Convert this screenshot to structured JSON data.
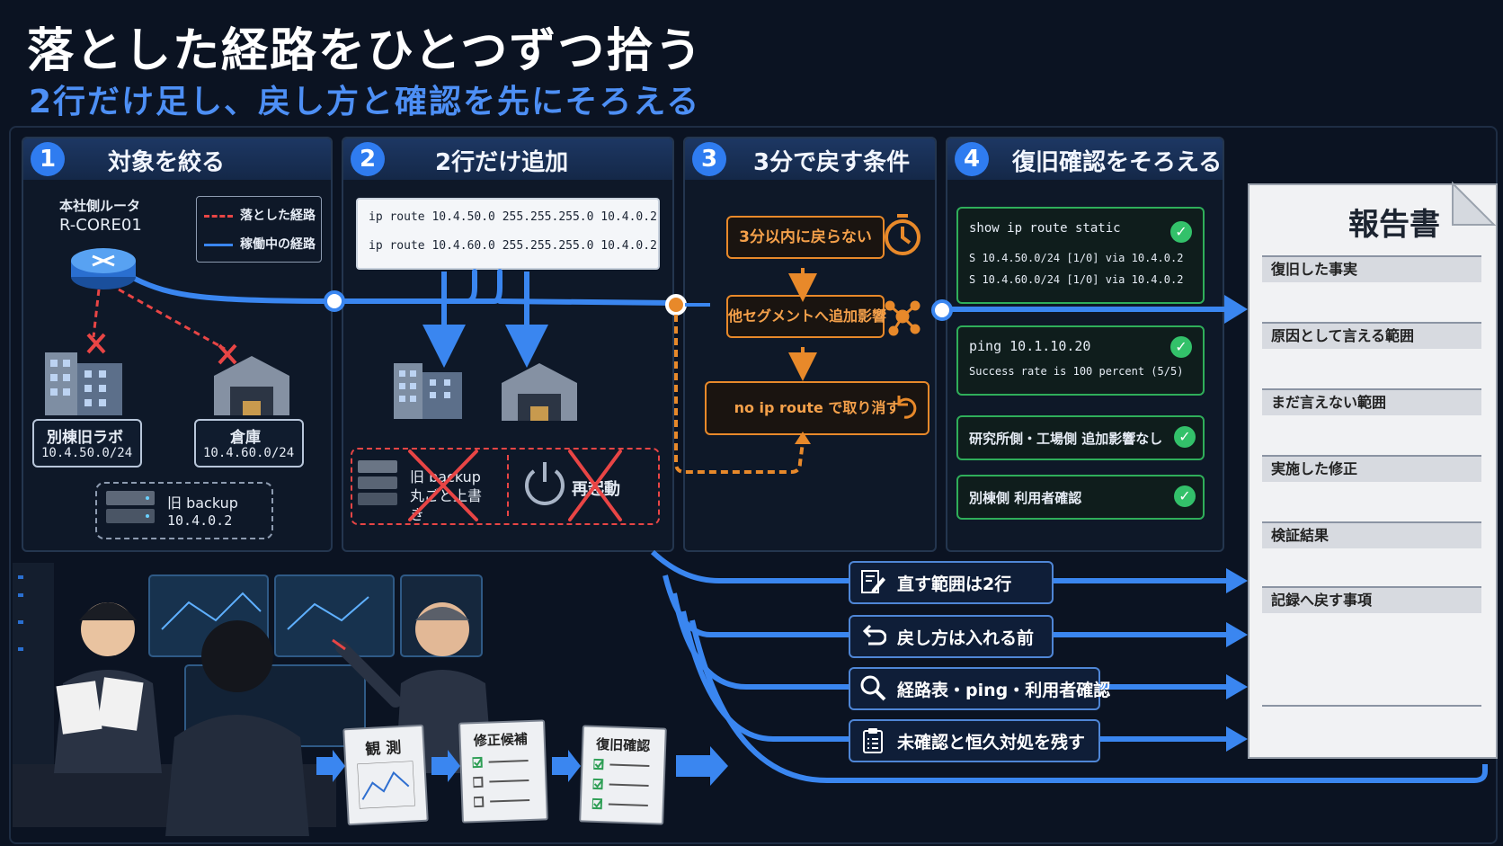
{
  "title": "落とした経路をひとつずつ拾う",
  "subtitle": "2行だけ足し、戻し方と確認を先にそろえる",
  "colors": {
    "accent_blue": "#2f7cf0",
    "route_red": "#e84545",
    "warn_orange": "#e8892a",
    "ok_green": "#33c16a"
  },
  "panels": [
    {
      "num": "1",
      "title": "対象を絞る"
    },
    {
      "num": "2",
      "title": "2行だけ追加"
    },
    {
      "num": "3",
      "title": "3分で戻す条件"
    },
    {
      "num": "4",
      "title": "復旧確認をそろえる"
    }
  ],
  "p1": {
    "router_label": "本社側ルータ",
    "router_name": "R-CORE01",
    "legend_dropped": "落とした経路",
    "legend_active": "稼働中の経路",
    "site1_name": "別棟旧ラボ",
    "site1_net": "10.4.50.0/24",
    "site2_name": "倉庫",
    "site2_net": "10.4.60.0/24",
    "backup_name": "旧 backup",
    "backup_ip": "10.4.0.2"
  },
  "p2": {
    "cmd1": "ip route 10.4.50.0 255.255.255.0 10.4.0.2",
    "cmd2": "ip route 10.4.60.0 255.255.255.0 10.4.0.2",
    "ng1": "旧 backup 丸ごと上書き",
    "ng2": "再起動"
  },
  "p3": {
    "cond1": "3分以内に戻らない",
    "cond2": "他セグメントへ追加影響",
    "action": "no ip route で取り消す"
  },
  "p4": {
    "cmd_show": "show ip route static",
    "out1": "S 10.4.50.0/24 [1/0] via 10.4.0.2",
    "out2": "S 10.4.60.0/24 [1/0] via 10.4.0.2",
    "cmd_ping": "ping 10.1.10.20",
    "ping_out": "Success rate is 100 percent (5/5)",
    "check3": "研究所側・工場側 追加影響なし",
    "check4": "別棟側 利用者確認"
  },
  "report": {
    "title": "報告書",
    "rows": [
      "復旧した事実",
      "原因として言える範囲",
      "まだ言えない範囲",
      "実施した修正",
      "検証結果",
      "記録へ戻す事項"
    ]
  },
  "summary": [
    {
      "label": "直す範囲は2行",
      "icon": "edit-icon"
    },
    {
      "label": "戻し方は入れる前",
      "icon": "undo-icon"
    },
    {
      "label": "経路表・ping・利用者確認",
      "icon": "search-icon"
    },
    {
      "label": "未確認と恒久対処を残す",
      "icon": "clipboard-icon"
    }
  ],
  "workflow": [
    "観 測",
    "修正候補",
    "復旧確認"
  ]
}
